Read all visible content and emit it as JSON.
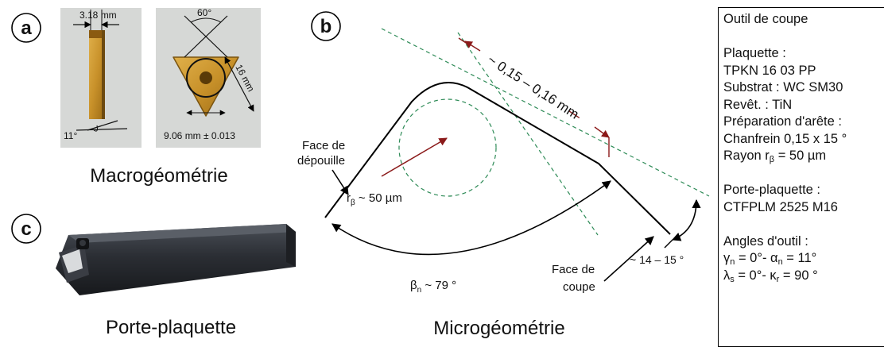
{
  "panels": {
    "a": {
      "letter": "a",
      "caption": "Macrogéométrie",
      "dim_width": "3.18 mm",
      "dim_angle_side": "11°",
      "dim_angle_top": "60°",
      "dim_edge": "16 mm",
      "dim_circle": "9.06 mm ± 0.013"
    },
    "b": {
      "letter": "b",
      "caption": "Microgéométrie",
      "chamfer_label": "~ 0,15 – 0,16 mm",
      "face_depouille_line1": "Face de",
      "face_depouille_line2": "dépouille",
      "face_coupe_line1": "Face de",
      "face_coupe_line2": "coupe",
      "radius_label": "r",
      "radius_sub": "β",
      "radius_value": " ~ 50 µm",
      "wedge_label": "β",
      "wedge_sub": "n",
      "wedge_value": " ~ 79 °",
      "chamfer_angle_label": "~ 14 – 15 °"
    },
    "c": {
      "letter": "c",
      "caption": "Porte-plaquette"
    }
  },
  "info_box": {
    "title": "Outil de coupe",
    "insert_heading": "Plaquette :",
    "insert_ref": "TPKN 16 03 PP",
    "substrate": "Substrat : WC SM30",
    "coating": "Revêt. : TiN",
    "edge_prep": "Préparation d'arête :",
    "chamfer": "Chanfrein 0,15 x 15 °",
    "radius_prefix": "Rayon r",
    "radius_sub": "β",
    "radius_suffix": " = 50 µm",
    "holder_heading": "Porte-plaquette :",
    "holder_ref": "CTFPLM 2525 M16",
    "angles_heading": "Angles d'outil :",
    "angles_line1_a": "γ",
    "angles_line1_a_sub": "n",
    "angles_line1_b": " = 0°-  α",
    "angles_line1_b_sub": "n",
    "angles_line1_c": " = 11°",
    "angles_line2_a": "λ",
    "angles_line2_a_sub": "s",
    "angles_line2_b": " = 0°-  κ",
    "angles_line2_b_sub": "r",
    "angles_line2_c": " = 90 °"
  },
  "colors": {
    "arrow_red": "#8b1a1a",
    "dashed_green": "#2e8b57",
    "insert_gold": "#c99a2e",
    "holder_dark": "#2a2d33"
  }
}
